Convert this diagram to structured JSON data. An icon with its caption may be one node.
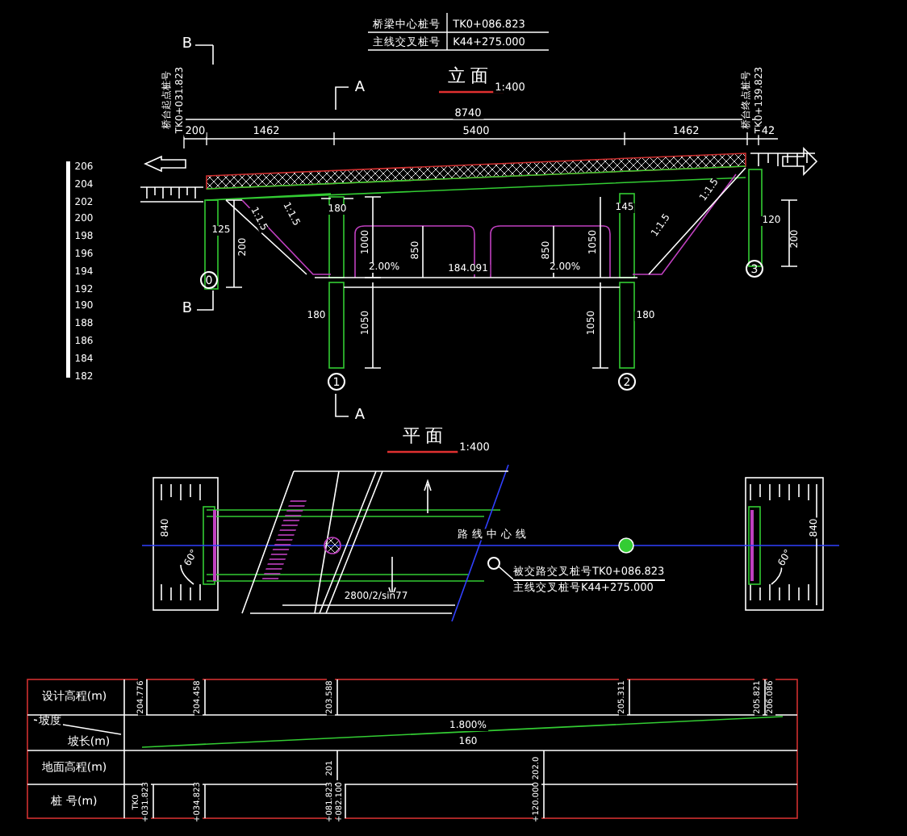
{
  "diagram": {
    "nodes": [
      {
        "text": [
          "0"
        ]
      },
      {
        "text": [
          "1"
        ]
      },
      {
        "text": [
          "2"
        ]
      },
      {
        "text": [
          "3"
        ]
      },
      {
        "text": [
          "被交路交叉桩号TK0+086.823",
          "主线交叉桩号K44+275.000"
        ]
      },
      {
        "text": [],
        "shape": "circle"
      }
    ],
    "edges": [
      {
        "from": 4,
        "to": 5,
        "arrow": "none"
      }
    ],
    "labels": [
      "桥梁中心桩号",
      "TK0+086.823",
      "主线交叉桩号",
      "K44+275.000",
      "立 面",
      "1:400",
      "B",
      "A",
      "桥台起点桩号",
      "TK0+031.823",
      "桥台终点桩号",
      "TK0+139.823",
      "8740",
      "200",
      "1462",
      "5400",
      "1462",
      "42",
      "206",
      "204",
      "202",
      "200",
      "198",
      "196",
      "194",
      "192",
      "190",
      "188",
      "186",
      "184",
      "182",
      "125",
      "200",
      "1:1.5",
      "1:1.5",
      "180",
      "1000",
      "850",
      "2.00%",
      "184.091",
      "850",
      "2.00%",
      "1050",
      "145",
      "1:1.5",
      "1:1.5",
      "120",
      "200",
      "B",
      "180",
      "1050",
      "180",
      "1050",
      "A",
      "平 面",
      "1:400",
      "840",
      "60°",
      "路 线 中 心 线",
      "2800/2/sin77",
      "840",
      "60°",
      "设计高程(m)",
      "204.776",
      "204.458",
      "203.588",
      "205.311",
      "205.821",
      "206.086",
      "坡度",
      "坡长(m)",
      "1.800%",
      "160",
      "地面高程(m)",
      "201",
      "202.0",
      "桩 号(m)",
      "TK0",
      "+031.823",
      "+034.823",
      "+081.823",
      "+082.100",
      "+120.000"
    ]
  }
}
